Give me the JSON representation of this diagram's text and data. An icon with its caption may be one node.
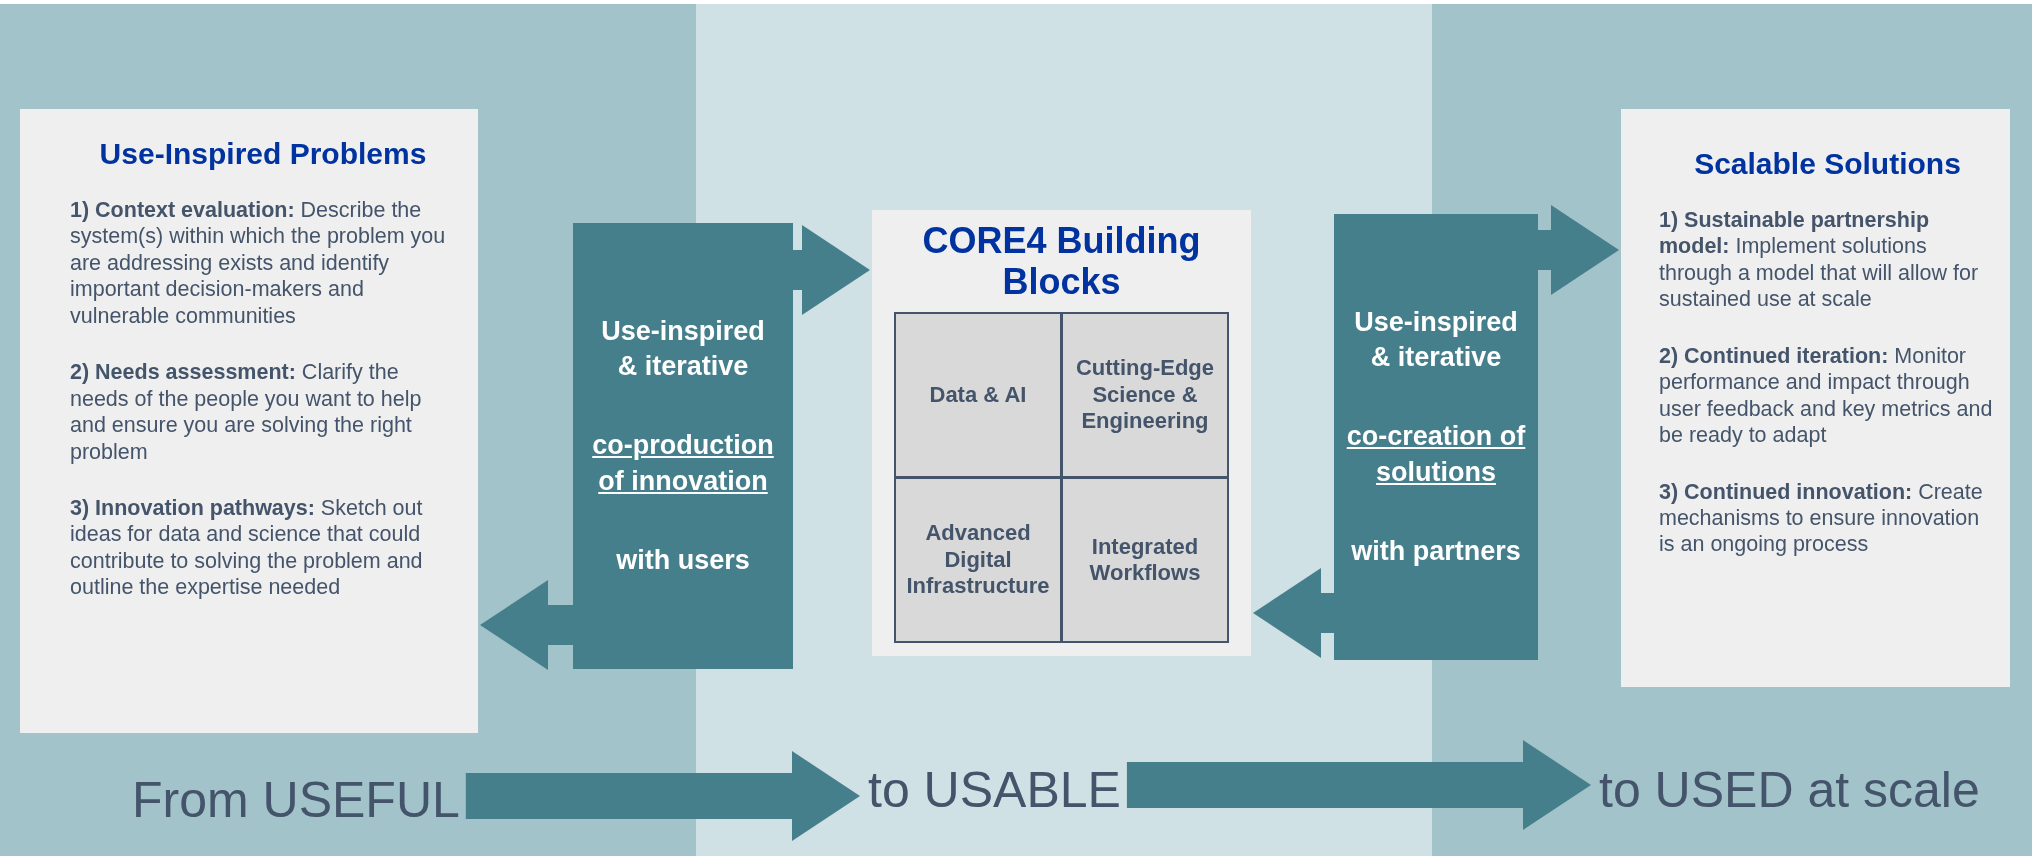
{
  "diagram": {
    "nodes": [
      {
        "text": [
          "Use-Inspired Problems",
          "**1) Context evaluation:** Describe the system(s) within which the problem you are addressing exists and identify important decision-makers and vulnerable communities",
          "**2) Needs assessment:** Clarify the needs of the people you want to help and ensure you are solving the right problem",
          "**3) Innovation pathways:** Sketch out ideas for data and science that could contribute to solving the problem and outline the expertise needed"
        ]
      },
      {
        "text": [
          "Use-inspired & iterative",
          "co-production of innovation",
          "with users"
        ]
      },
      {
        "text": [
          "CORE4 Building Blocks"
        ]
      },
      {
        "text": [
          "Data & AI"
        ],
        "in": 2
      },
      {
        "text": [
          "Cutting-Edge Science & Engineering"
        ],
        "in": 2
      },
      {
        "text": [
          "Advanced Digital Infrastructure"
        ],
        "in": 2
      },
      {
        "text": [
          "Integrated Workflows"
        ],
        "in": 2
      },
      {
        "text": [
          "Use-inspired & iterative",
          "co-creation of solutions",
          "with partners"
        ]
      },
      {
        "text": [
          "Scalable Solutions",
          "**1) Sustainable partnership model:** Implement solutions through a model that will allow for sustained use at scale",
          "**2) Continued iteration:** Monitor performance and impact through user feedback and key metrics and be ready to adapt",
          "**3) Continued innovation:** Create mechanisms to ensure innovation is an ongoing process"
        ]
      },
      {
        "text": [
          "From USEFUL"
        ]
      },
      {
        "text": [
          "to USABLE"
        ]
      },
      {
        "text": [
          "to USED at scale"
        ]
      }
    ],
    "edges": [
      {
        "from": 1,
        "to": 2,
        "arrow": "to"
      },
      {
        "from": 1,
        "to": 0,
        "arrow": "to"
      },
      {
        "from": 7,
        "to": 8,
        "arrow": "to"
      },
      {
        "from": 7,
        "to": 2,
        "arrow": "to"
      },
      {
        "from": 9,
        "to": 10,
        "arrow": "to"
      },
      {
        "from": 10,
        "to": 11,
        "arrow": "to"
      }
    ]
  }
}
